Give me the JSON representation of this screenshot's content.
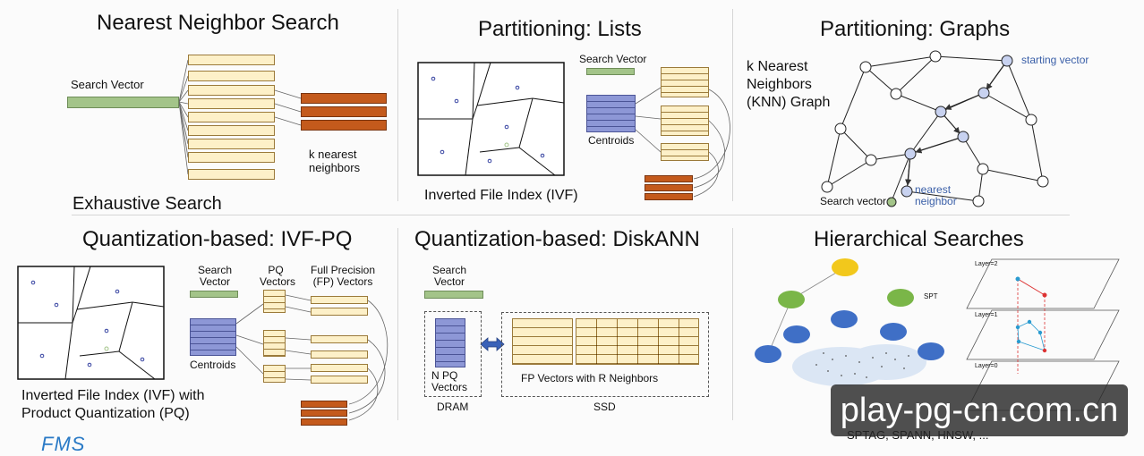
{
  "panels": {
    "nn": {
      "title": "Nearest Neighbor Search",
      "search_vector": "Search Vector",
      "k_nearest": "k nearest\nneighbors",
      "footer": "Exhaustive Search"
    },
    "lists": {
      "title": "Partitioning: Lists",
      "search_vector": "Search Vector",
      "centroids": "Centroids",
      "caption": "Inverted File Index (IVF)"
    },
    "graphs": {
      "title": "Partitioning: Graphs",
      "knn_label": "k Nearest\nNeighbors\n(KNN) Graph",
      "starting_vector": "starting vector",
      "search_vector": "Search vector",
      "nearest_neighbor": "nearest\nneighbor"
    },
    "ivfpq": {
      "title": "Quantization-based: IVF-PQ",
      "search_vector": "Search\nVector",
      "pq_vectors": "PQ\nVectors",
      "fp_vectors": "Full Precision\n(FP) Vectors",
      "centroids": "Centroids",
      "caption": "Inverted File Index (IVF) with\nProduct Quantization (PQ)"
    },
    "diskann": {
      "title": "Quantization-based: DiskANN",
      "search_vector": "Search\nVector",
      "npq": "N PQ\nVectors",
      "fp_r": "FP Vectors with R Neighbors",
      "dram": "DRAM",
      "ssd": "SSD"
    },
    "hier": {
      "title": "Hierarchical Searches",
      "spt": "SPT",
      "layer2": "Layer=2",
      "layer1": "Layer=1",
      "layer0": "Layer=0",
      "caption": "SPTAG, SPANN, HNSW, ..."
    }
  },
  "logo": "FMS",
  "watermark": "play-pg-cn.com.cn",
  "colors": {
    "tan": "#fdf0c8",
    "orange": "#c45a1c",
    "green": "#a3c489",
    "blue": "#8d97d6",
    "node_blue": "#c8d2f0",
    "hier_blue": "#3f6fc6",
    "hier_green": "#7ab648",
    "hier_yellow": "#f2c81c"
  }
}
